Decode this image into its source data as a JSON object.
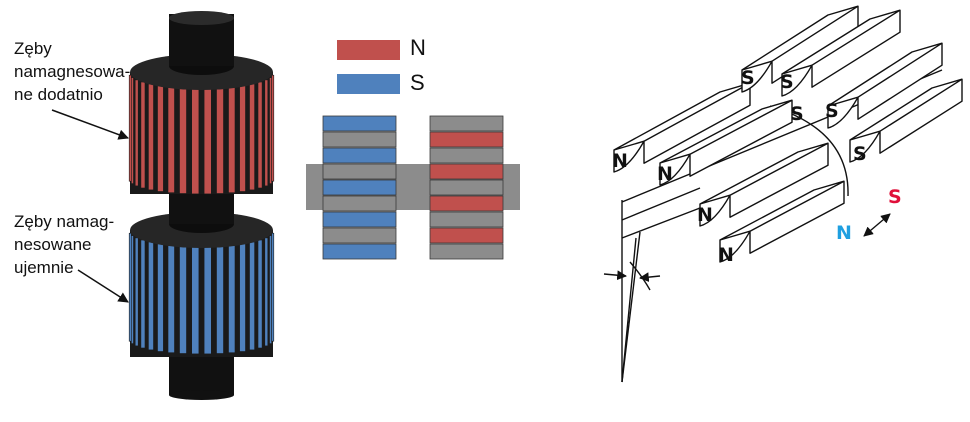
{
  "rotor_labels": {
    "positive_lines": [
      "Zęby",
      "namagnesowa-",
      "ne dodatnio"
    ],
    "negative_lines": [
      "Zęby namag-",
      "nesowane",
      "ujemnie"
    ]
  },
  "legend": {
    "north_label": "N",
    "south_label": "S",
    "north_color": "#c0504d",
    "south_color": "#4f81bd"
  },
  "colors": {
    "shaft": "#111111",
    "cap_top": "#262626",
    "section_gray": "#8c8c8c",
    "outline": "#555555",
    "north_marker": "#1e9fe0",
    "south_marker": "#e0103a"
  },
  "stator": {
    "poles_left": [
      "N",
      "N",
      "N",
      "N"
    ],
    "poles_right": [
      "S",
      "S",
      "S",
      "S",
      "S"
    ]
  },
  "orientation": {
    "north": "N",
    "south": "S"
  }
}
